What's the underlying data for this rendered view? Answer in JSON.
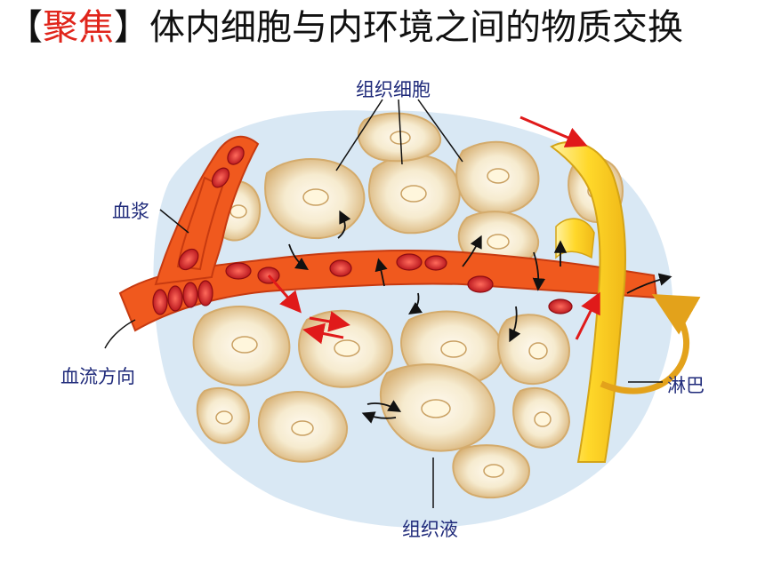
{
  "title": {
    "open_bracket": "【",
    "highlight": "聚焦",
    "close_bracket": "】",
    "text": "体内细胞与内环境之间的物质交换"
  },
  "labels": {
    "tissue_cells": "组织细胞",
    "plasma": "血浆",
    "blood_flow_direction": "血流方向",
    "lymph": "淋巴",
    "tissue_fluid": "组织液"
  },
  "colors": {
    "highlight": "#e0251b",
    "label_text": "#1f2a7a",
    "blood_vessel": "#f0591e",
    "red_cell": "#d41f1f",
    "lymph_vessel": "#f7d21c",
    "tissue_cell": "#e9d4a2",
    "interstitial": "#cfe2f1",
    "accent_arrow": "#e01a1a",
    "lymph_arrow": "#e3a21b"
  }
}
